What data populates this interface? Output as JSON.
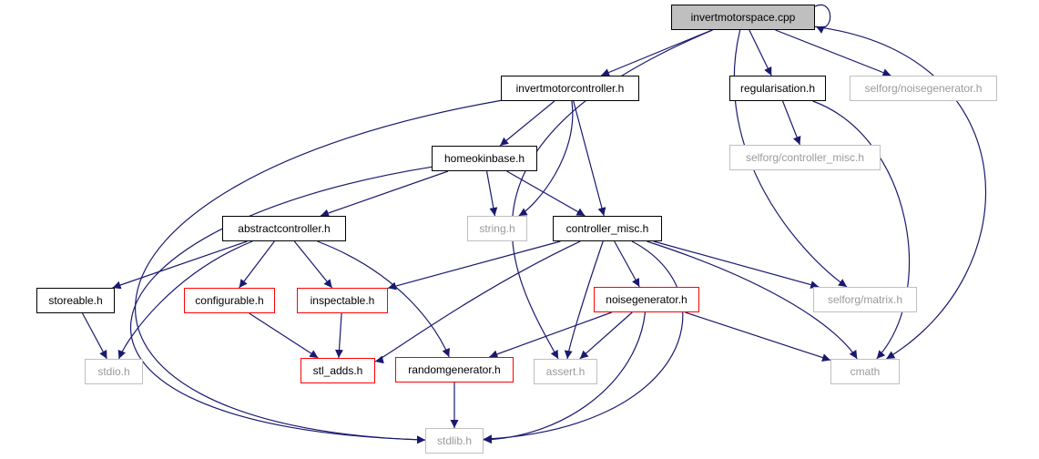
{
  "graph": {
    "colors": {
      "edge": "#191970",
      "root_fill": "#bfbfbf",
      "external_border": "#bfbfbf",
      "linked_border": "#ff0000"
    },
    "nodes": [
      {
        "id": "invertmotorspace_cpp",
        "label": "invertmotorspace.cpp",
        "kind": "root"
      },
      {
        "id": "invertmotorcontroller_h",
        "label": "invertmotorcontroller.h",
        "kind": "doc"
      },
      {
        "id": "regularisation_h",
        "label": "regularisation.h",
        "kind": "doc"
      },
      {
        "id": "selforg_noisegenerator_h",
        "label": "selforg/noisegenerator.h",
        "kind": "ext"
      },
      {
        "id": "homeokinbase_h",
        "label": "homeokinbase.h",
        "kind": "doc"
      },
      {
        "id": "selforg_controller_misc_h",
        "label": "selforg/controller_misc.h",
        "kind": "ext"
      },
      {
        "id": "abstractcontroller_h",
        "label": "abstractcontroller.h",
        "kind": "doc"
      },
      {
        "id": "string_h",
        "label": "string.h",
        "kind": "ext"
      },
      {
        "id": "controller_misc_h",
        "label": "controller_misc.h",
        "kind": "doc"
      },
      {
        "id": "storeable_h",
        "label": "storeable.h",
        "kind": "doc"
      },
      {
        "id": "configurable_h",
        "label": "configurable.h",
        "kind": "red"
      },
      {
        "id": "inspectable_h",
        "label": "inspectable.h",
        "kind": "red"
      },
      {
        "id": "noisegenerator_h",
        "label": "noisegenerator.h",
        "kind": "red"
      },
      {
        "id": "selforg_matrix_h",
        "label": "selforg/matrix.h",
        "kind": "ext"
      },
      {
        "id": "stdio_h",
        "label": "stdio.h",
        "kind": "ext"
      },
      {
        "id": "stl_adds_h",
        "label": "stl_adds.h",
        "kind": "red"
      },
      {
        "id": "randomgenerator_h",
        "label": "randomgenerator.h",
        "kind": "red"
      },
      {
        "id": "assert_h",
        "label": "assert.h",
        "kind": "ext"
      },
      {
        "id": "cmath",
        "label": "cmath",
        "kind": "ext"
      },
      {
        "id": "stdlib_h",
        "label": "stdlib.h",
        "kind": "ext"
      }
    ],
    "edges": [
      {
        "from": "invertmotorspace_cpp",
        "to": "invertmotorspace_cpp"
      },
      {
        "from": "invertmotorspace_cpp",
        "to": "invertmotorcontroller_h"
      },
      {
        "from": "invertmotorspace_cpp",
        "to": "regularisation_h"
      },
      {
        "from": "invertmotorspace_cpp",
        "to": "selforg_noisegenerator_h"
      },
      {
        "from": "invertmotorspace_cpp",
        "to": "assert_h"
      },
      {
        "from": "invertmotorspace_cpp",
        "to": "selforg_matrix_h"
      },
      {
        "from": "invertmotorspace_cpp",
        "to": "cmath"
      },
      {
        "from": "invertmotorcontroller_h",
        "to": "homeokinbase_h"
      },
      {
        "from": "invertmotorcontroller_h",
        "to": "string_h"
      },
      {
        "from": "invertmotorcontroller_h",
        "to": "controller_misc_h"
      },
      {
        "from": "invertmotorcontroller_h",
        "to": "stdlib_h"
      },
      {
        "from": "regularisation_h",
        "to": "selforg_controller_misc_h"
      },
      {
        "from": "regularisation_h",
        "to": "cmath"
      },
      {
        "from": "homeokinbase_h",
        "to": "abstractcontroller_h"
      },
      {
        "from": "homeokinbase_h",
        "to": "string_h"
      },
      {
        "from": "homeokinbase_h",
        "to": "controller_misc_h"
      },
      {
        "from": "homeokinbase_h",
        "to": "stdlib_h"
      },
      {
        "from": "abstractcontroller_h",
        "to": "storeable_h"
      },
      {
        "from": "abstractcontroller_h",
        "to": "configurable_h"
      },
      {
        "from": "abstractcontroller_h",
        "to": "inspectable_h"
      },
      {
        "from": "abstractcontroller_h",
        "to": "randomgenerator_h"
      },
      {
        "from": "abstractcontroller_h",
        "to": "stdio_h"
      },
      {
        "from": "controller_misc_h",
        "to": "inspectable_h"
      },
      {
        "from": "controller_misc_h",
        "to": "stl_adds_h"
      },
      {
        "from": "controller_misc_h",
        "to": "noisegenerator_h"
      },
      {
        "from": "controller_misc_h",
        "to": "assert_h"
      },
      {
        "from": "controller_misc_h",
        "to": "selforg_matrix_h"
      },
      {
        "from": "controller_misc_h",
        "to": "cmath"
      },
      {
        "from": "controller_misc_h",
        "to": "stdlib_h"
      },
      {
        "from": "storeable_h",
        "to": "stdio_h"
      },
      {
        "from": "configurable_h",
        "to": "stl_adds_h"
      },
      {
        "from": "inspectable_h",
        "to": "stl_adds_h"
      },
      {
        "from": "noisegenerator_h",
        "to": "randomgenerator_h"
      },
      {
        "from": "noisegenerator_h",
        "to": "assert_h"
      },
      {
        "from": "noisegenerator_h",
        "to": "cmath"
      },
      {
        "from": "noisegenerator_h",
        "to": "stdlib_h"
      },
      {
        "from": "randomgenerator_h",
        "to": "stdlib_h"
      }
    ]
  }
}
